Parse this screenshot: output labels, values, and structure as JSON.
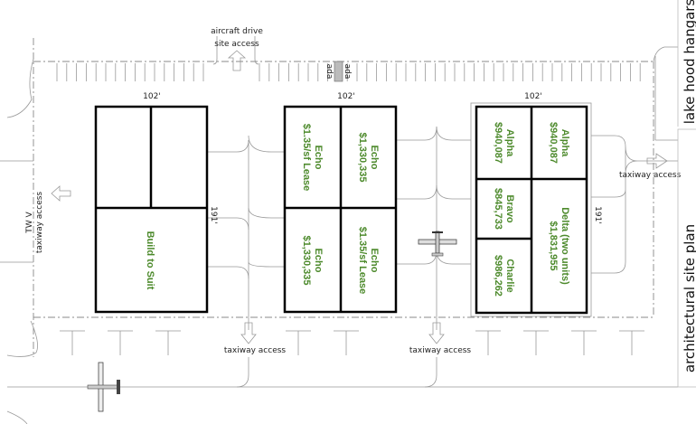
{
  "labels": {
    "aircraft_drive_1": "aircraft drive",
    "aircraft_drive_2": "site access",
    "ada_1": "ada",
    "ada_2": "ada",
    "dim_width_1": "102'",
    "dim_width_2": "102'",
    "dim_width_3": "102'",
    "dim_depth_1": "191'",
    "dim_depth_2": "191'",
    "taxiway_access_bottom_1": "taxiway access",
    "taxiway_access_bottom_2": "taxiway access",
    "taxiway_access_right": "taxiway access",
    "tw_v": "TW V",
    "tw_v_access": "taxiway access"
  },
  "title_block": {
    "project": "lake hood hangars",
    "sheet": "architectural site plan"
  },
  "units": {
    "build_to_suit": "Build to Suit",
    "echo_tl": {
      "name": "Echo",
      "price": "$1.35/sf Lease"
    },
    "echo_tr": {
      "name": "Echo",
      "price": "$1,330,335"
    },
    "echo_bl": {
      "name": "Echo",
      "price": "$1,330,335"
    },
    "echo_br": {
      "name": "Echo",
      "price": "$1.35/sf Lease"
    },
    "alpha_1": {
      "name": "Alpha",
      "price": "$940,087"
    },
    "alpha_2": {
      "name": "Alpha",
      "price": "$940,087"
    },
    "bravo": {
      "name": "Bravo",
      "price": "$845,733"
    },
    "charlie": {
      "name": "Charlie",
      "price": "$986,262"
    },
    "delta": {
      "name": "Delta (two units)",
      "price": "$1,831,955"
    }
  },
  "colors": {
    "unit_text": "#4d8a2c"
  }
}
